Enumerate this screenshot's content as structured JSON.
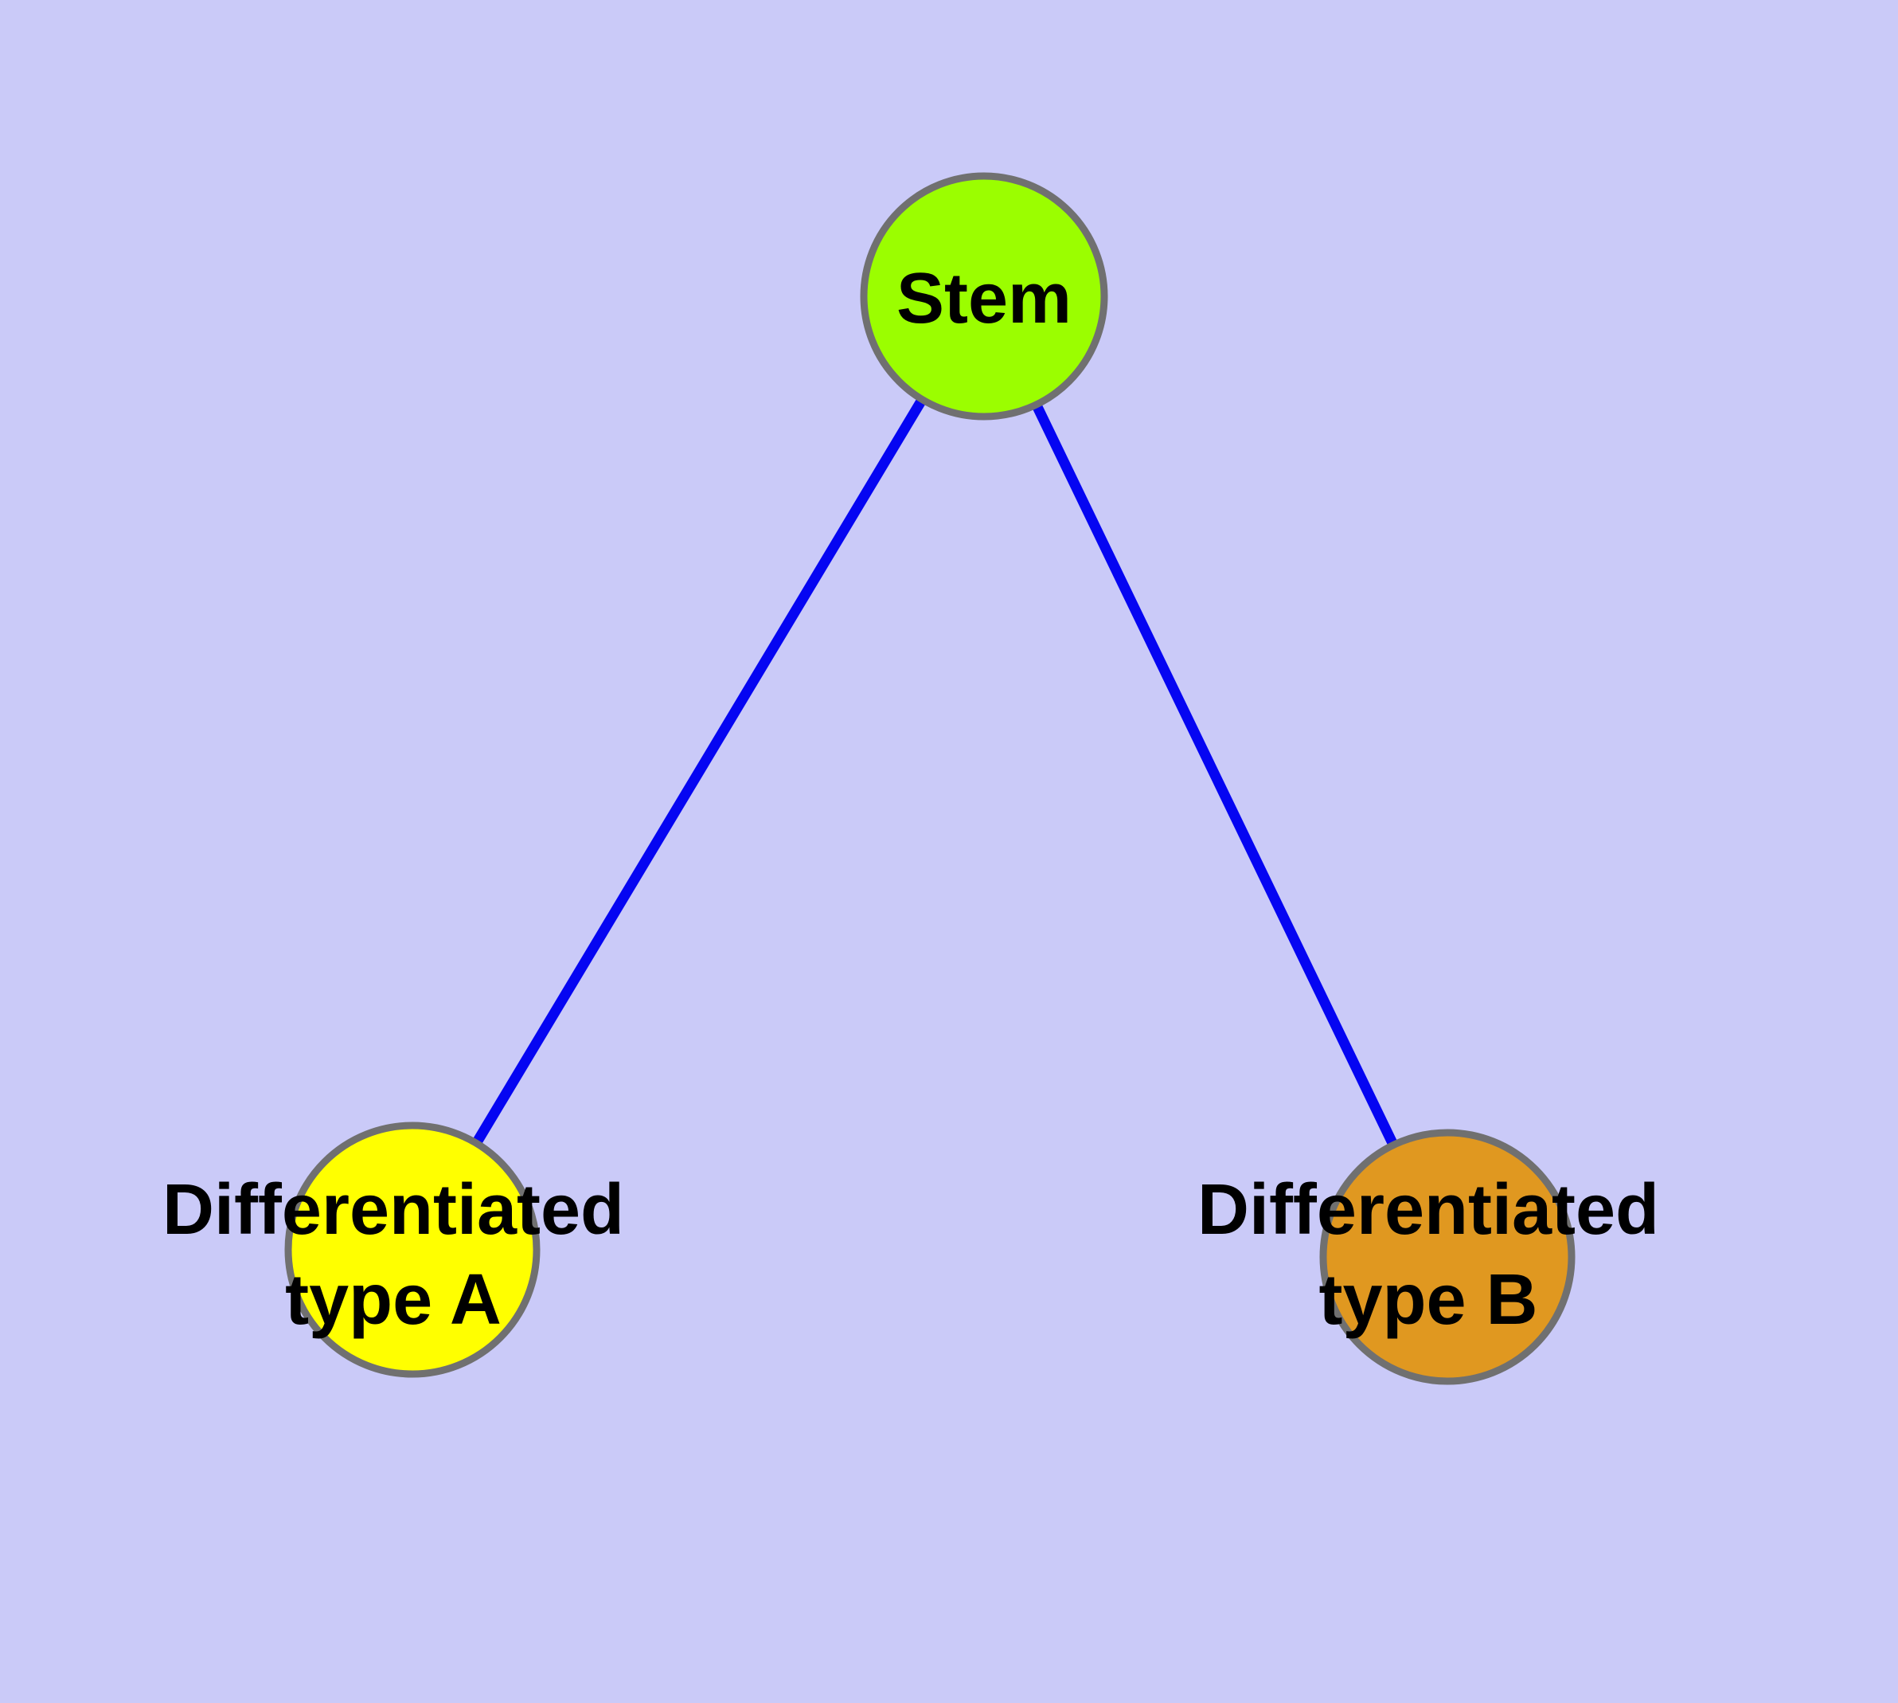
{
  "diagram": {
    "background_color": "#CACAF8",
    "text_color": "#000000",
    "node_border_color": "#707070",
    "nodes": [
      {
        "id": "stem",
        "label": "Stem",
        "fill": "#9BFE00"
      },
      {
        "id": "differentiated-type-a",
        "label_line1": "Differentiated",
        "label_line2": "type A",
        "fill": "#FFFF00"
      },
      {
        "id": "differentiated-type-b",
        "label_line1": "Differentiated",
        "label_line2": "type B",
        "fill": "#E09820"
      }
    ],
    "edges": [
      {
        "from": "stem",
        "to": "differentiated-type-a",
        "color": "#0505F2"
      },
      {
        "from": "stem",
        "to": "differentiated-type-b",
        "color": "#0505F2"
      }
    ]
  }
}
